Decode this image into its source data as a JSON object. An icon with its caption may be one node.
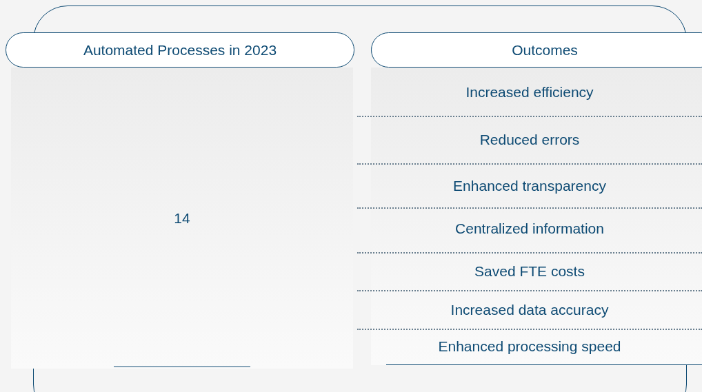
{
  "diagram": {
    "nodes": [
      {
        "text": [
          "Automated Processes in 2023"
        ]
      },
      {
        "text": [
          "Outcomes"
        ]
      },
      {
        "text": [
          "14"
        ]
      }
    ],
    "labels": [
      "Increased efficiency",
      "Reduced errors",
      "Enhanced transparency",
      "Centralized information",
      "Saved FTE costs",
      "Increased data accuracy",
      "Enhanced processing speed"
    ]
  }
}
